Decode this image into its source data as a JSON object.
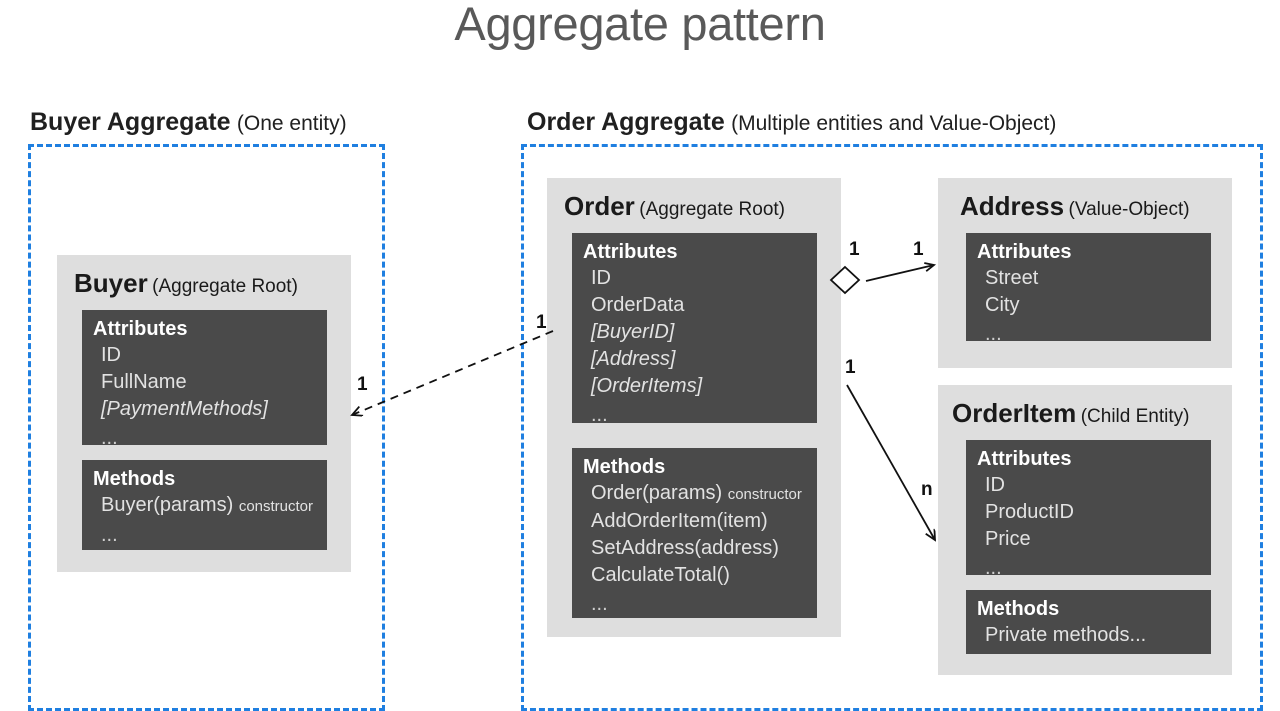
{
  "title": "Aggregate pattern",
  "colors": {
    "boundary": "#1f7fe0",
    "card": "#dedede",
    "compartment": "#4a4a4a",
    "title_text": "#595959",
    "connector": "#111111"
  },
  "aggregates": [
    {
      "name": "Buyer Aggregate",
      "note": "(One entity)"
    },
    {
      "name": "Order Aggregate",
      "note": "(Multiple entities and Value-Object)"
    }
  ],
  "entities": {
    "buyer": {
      "name": "Buyer",
      "kind": "(Aggregate Root)",
      "attributes": {
        "heading": "Attributes",
        "items": [
          "ID",
          "FullName",
          "[PaymentMethods]",
          "..."
        ]
      },
      "methods": {
        "heading": "Methods",
        "items": [
          "Buyer(params)",
          "constructor",
          "..."
        ]
      }
    },
    "order": {
      "name": "Order",
      "kind": "(Aggregate Root)",
      "attributes": {
        "heading": "Attributes",
        "items": [
          "ID",
          "OrderData",
          "[BuyerID]",
          "[Address]",
          "[OrderItems]",
          "..."
        ]
      },
      "methods": {
        "heading": "Methods",
        "items": [
          "Order(params)",
          "constructor",
          "AddOrderItem(item)",
          "SetAddress(address)",
          "CalculateTotal()",
          "..."
        ]
      }
    },
    "address": {
      "name": "Address",
      "kind": "(Value-Object)",
      "attributes": {
        "heading": "Attributes",
        "items": [
          "Street",
          "City",
          "..."
        ]
      }
    },
    "orderitem": {
      "name": "OrderItem",
      "kind": "(Child Entity)",
      "attributes": {
        "heading": "Attributes",
        "items": [
          "ID",
          "ProductID",
          "Price",
          "..."
        ]
      },
      "methods": {
        "heading": "Methods",
        "items": [
          "Private methods..."
        ]
      }
    }
  },
  "connectors": [
    {
      "id": "order-to-buyer",
      "from": "Order",
      "to": "Buyer",
      "style": "dashed-open-arrow",
      "source_multiplicity": "1",
      "target_multiplicity": "1"
    },
    {
      "id": "order-to-address",
      "from": "Order",
      "to": "Address",
      "style": "aggregation-diamond-open-arrow",
      "source_multiplicity": "1",
      "target_multiplicity": "1"
    },
    {
      "id": "order-to-orderitem",
      "from": "Order",
      "to": "OrderItem",
      "style": "solid-open-arrow",
      "source_multiplicity": "1",
      "target_multiplicity": "n"
    }
  ]
}
